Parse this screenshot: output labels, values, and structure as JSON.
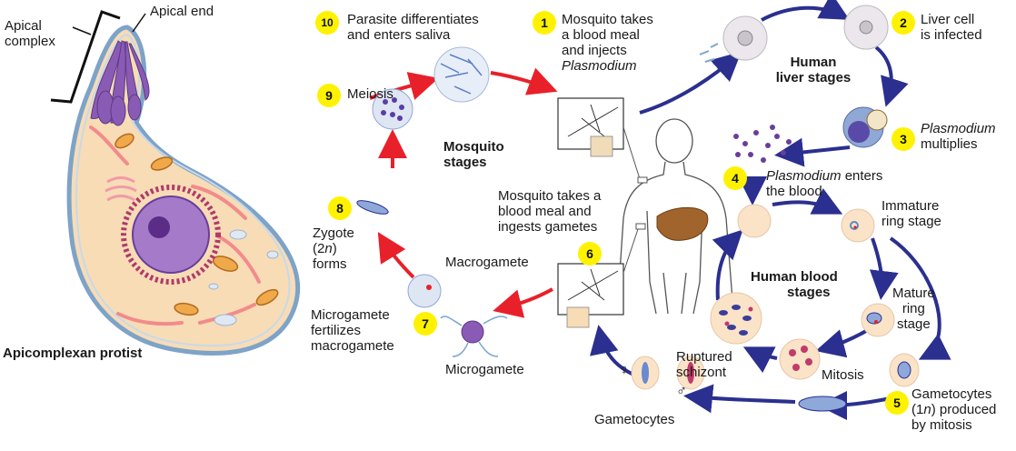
{
  "protist": {
    "apical_complex_label": [
      "Apical",
      "complex"
    ],
    "apical_end_label": "Apical end",
    "caption": "Apicomplexan protist"
  },
  "steps": [
    {
      "number": "1",
      "lines": [
        "Mosquito takes",
        "a blood meal",
        "and injects"
      ],
      "italic_line": "Plasmodium"
    },
    {
      "number": "2",
      "lines": [
        "Liver cell",
        "is infected"
      ]
    },
    {
      "number": "3",
      "italic_line": "Plasmodium",
      "lines": [
        "multiplies"
      ]
    },
    {
      "number": "4",
      "italic_word": "Plasmodium",
      "rest": " enters",
      "lines": [
        "the blood"
      ]
    },
    {
      "number": "5",
      "lines": [
        "Gametocytes",
        "(1n) produced",
        "by mitosis"
      ]
    },
    {
      "number": "6",
      "lines": [
        "Mosquito takes a",
        "blood meal and",
        "ingests gametes"
      ]
    },
    {
      "number": "7",
      "lines": [
        "Microgamete",
        "fertilizes",
        "macrogamete"
      ]
    },
    {
      "number": "8",
      "lines": [
        "Zygote",
        "(2n)",
        "forms"
      ]
    },
    {
      "number": "9",
      "lines": [
        "Meiosis"
      ]
    },
    {
      "number": "10",
      "lines": [
        "Parasite differentiates",
        "and enters saliva"
      ]
    }
  ],
  "stage_titles": {
    "liver": [
      "Human",
      "liver stages"
    ],
    "mosquito": [
      "Mosquito",
      "stages"
    ],
    "blood": [
      "Human blood",
      "stages"
    ]
  },
  "labels": {
    "immature": [
      "Immature",
      "ring stage"
    ],
    "mature": [
      "Mature",
      "ring",
      "stage"
    ],
    "mitosis": "Mitosis",
    "ruptured": [
      "Ruptured",
      "schizont"
    ],
    "gametocytes": "Gametocytes",
    "macrogamete": "Macrogamete",
    "microgamete": "Microgamete",
    "female_symbol": "♀",
    "male_symbol": "♂"
  },
  "colors": {
    "blue_arrow": "#2b2f8f",
    "red_arrow": "#e8202a",
    "badge": "#fff200",
    "cell_fill": "#fbe3c8",
    "parasite": "#6a3d9a"
  }
}
